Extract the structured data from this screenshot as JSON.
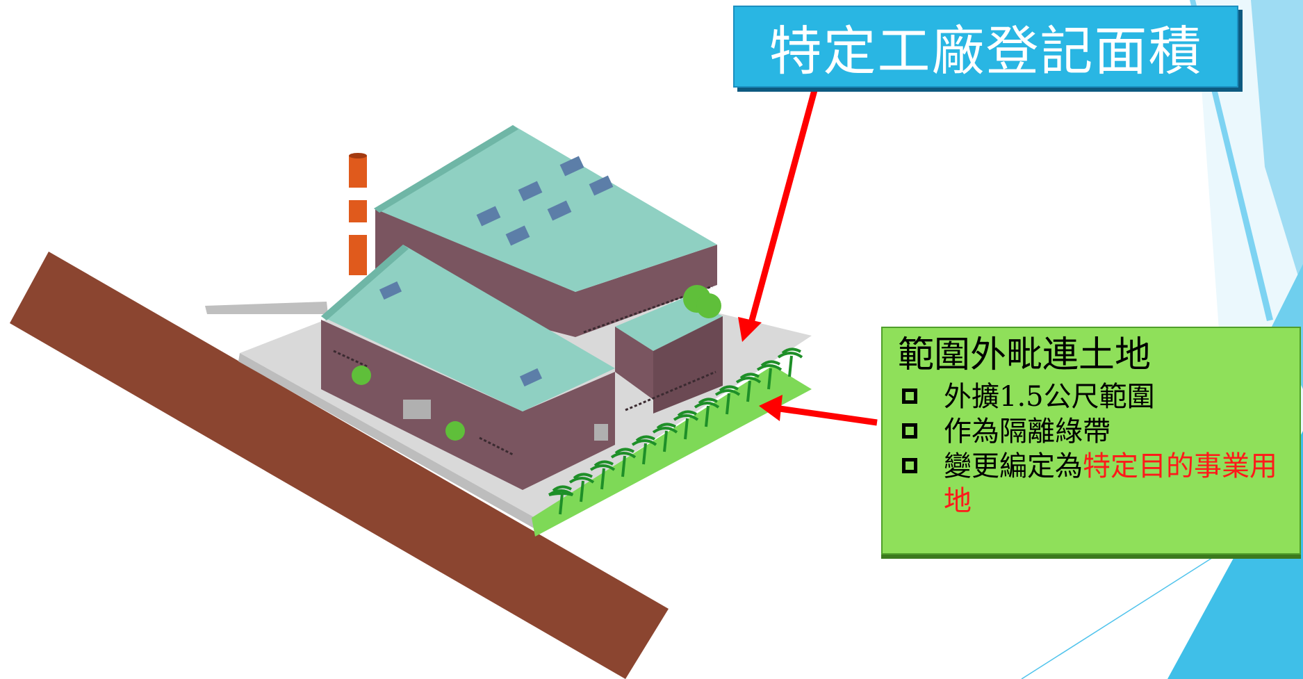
{
  "title_box": {
    "text": "特定工廠登記面積"
  },
  "info_box": {
    "heading": "範圍外毗連土地",
    "items": [
      {
        "text": "外擴1.5公尺範圍"
      },
      {
        "text": "作為隔離綠帶"
      },
      {
        "text": "變更編定為",
        "highlight": "特定目的事業用地"
      }
    ]
  },
  "colors": {
    "title_bg": "#29b6e3",
    "info_bg": "#8fe05a",
    "arrow": "#ff0000",
    "road": "#8b4530",
    "roof": "#8fd0c2",
    "wall": "#7a5560",
    "green_strip": "#7ed957",
    "accent_triangles": "#29b6e3"
  },
  "icons": [
    "factory-illustration",
    "palm-tree-icon",
    "red-arrow-icon",
    "square-bullet-icon"
  ]
}
